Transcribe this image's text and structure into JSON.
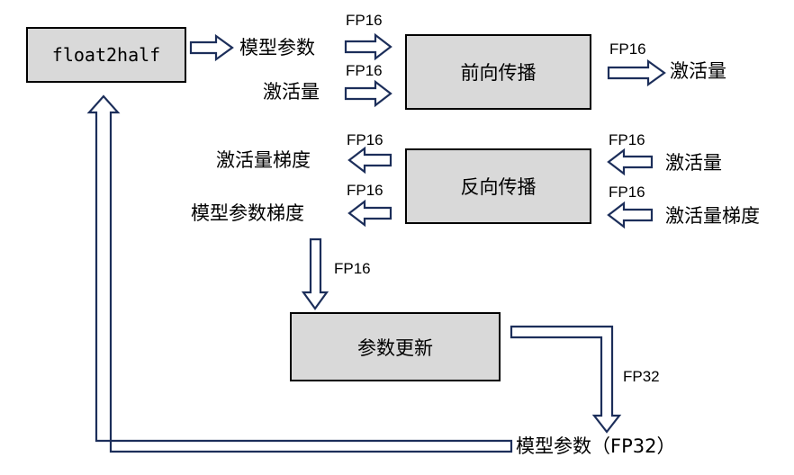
{
  "boxes": {
    "float2half": "float2half",
    "forward": "前向传播",
    "backward": "反向传播",
    "update": "参数更新"
  },
  "labels": {
    "model_params": "模型参数",
    "activation_in_fwd": "激活量",
    "activation_out_fwd": "激活量",
    "activation_grad_out": "激活量梯度",
    "model_param_grad_out": "模型参数梯度",
    "activation_in_bwd": "激活量",
    "activation_grad_in_bwd": "激活量梯度",
    "model_params_fp32": "模型参数（FP32）"
  },
  "precision": {
    "fp16_params_fwd": "FP16",
    "fp16_activation_fwd": "FP16",
    "fp16_forward_out": "FP16",
    "fp16_act_grad_out": "FP16",
    "fp16_param_grad_out": "FP16",
    "fp16_act_in_bwd": "FP16",
    "fp16_act_grad_in_bwd": "FP16",
    "fp16_to_update": "FP16",
    "fp32_update_out": "FP32"
  },
  "colors": {
    "box_fill": "#d9d9d9",
    "arrow_stroke": "#1c2e5a"
  }
}
